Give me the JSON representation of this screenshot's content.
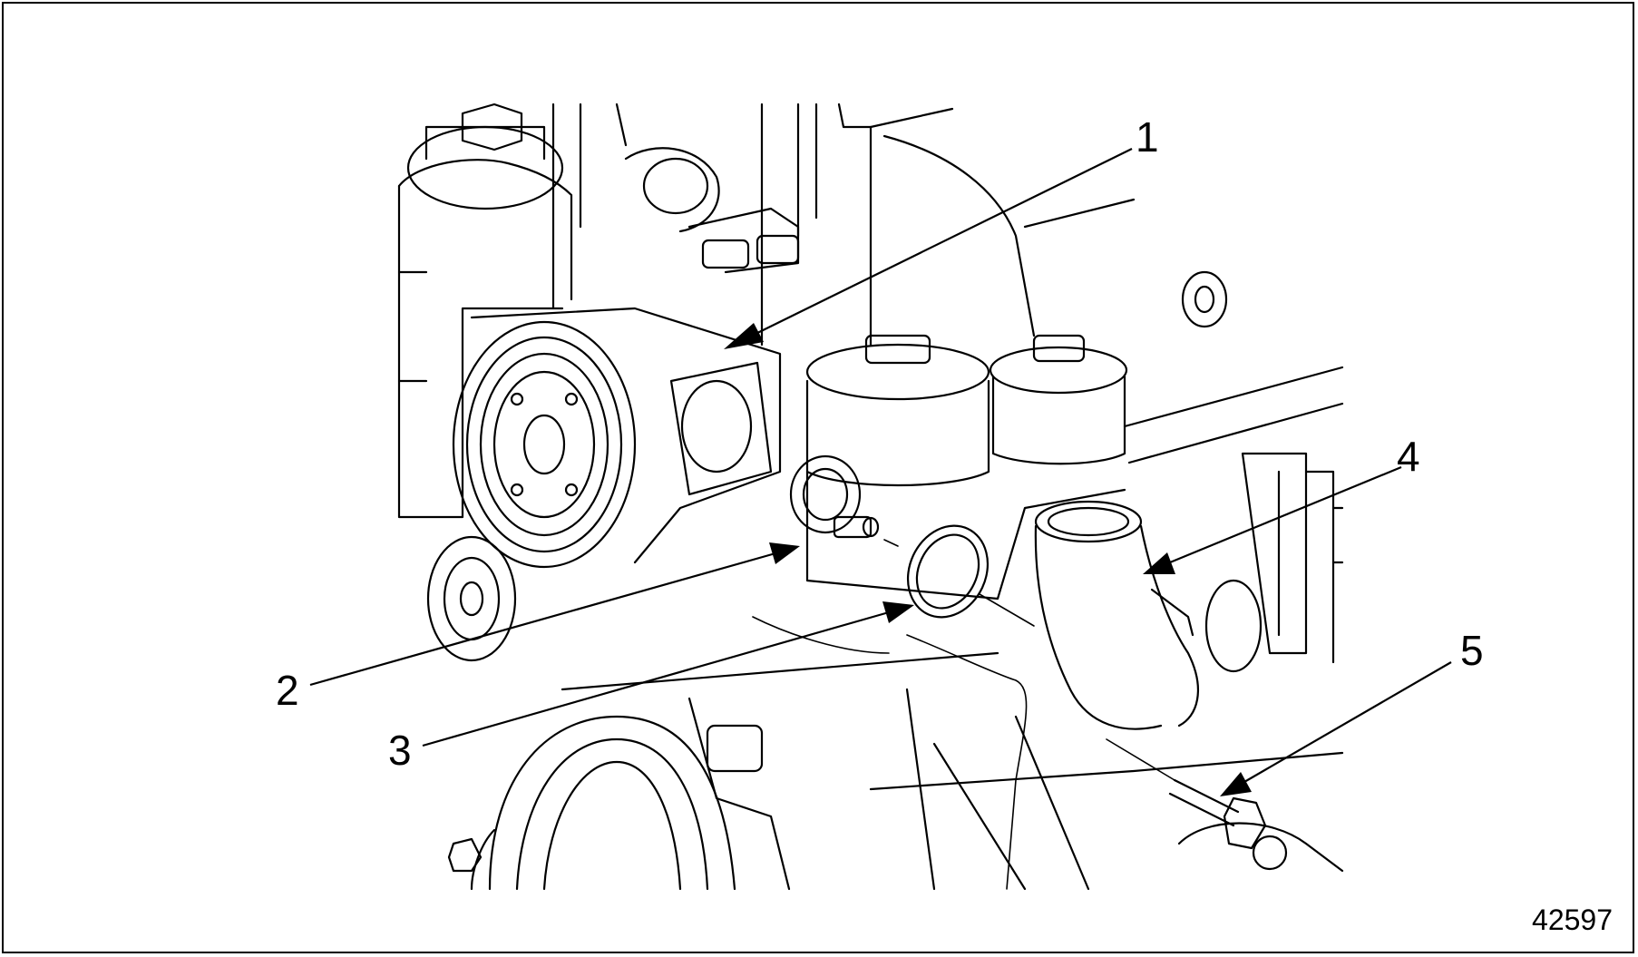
{
  "figure": {
    "figure_number": "42597"
  },
  "callouts": [
    {
      "label": "1"
    },
    {
      "label": "2"
    },
    {
      "label": "3"
    },
    {
      "label": "4"
    },
    {
      "label": "5"
    }
  ],
  "colors": {
    "line": "#000000",
    "background": "#ffffff"
  }
}
